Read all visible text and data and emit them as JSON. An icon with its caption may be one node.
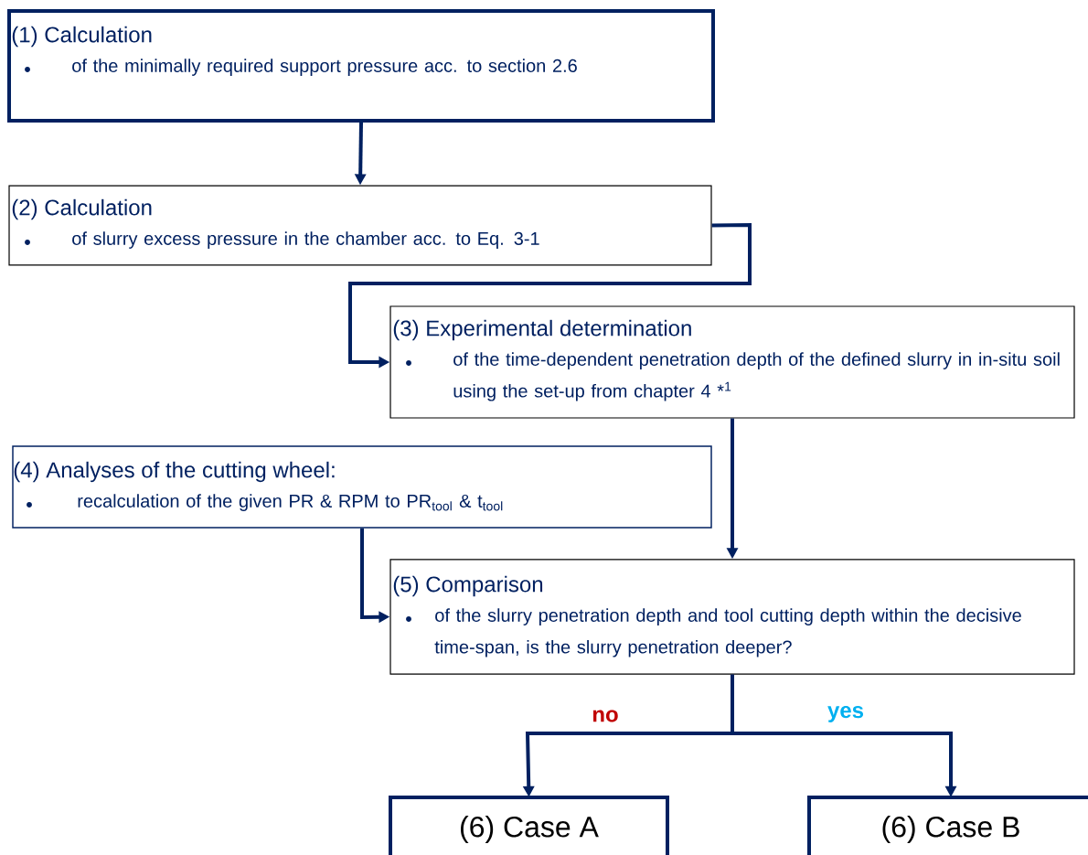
{
  "diagram": {
    "nodes": [
      {
        "text": [
          "(1) Calculation",
          "of the minimally required support pressure acc. to section 2.6"
        ]
      },
      {
        "text": [
          "(2) Calculation",
          "of slurry excess pressure in the chamber acc. to Eq. 3-1"
        ]
      },
      {
        "text": [
          "(3) Experimental determination",
          "of the time-dependent penetration depth of the defined slurry in in-situ soil using the set-up from chapter 4 *$^{1}$"
        ]
      },
      {
        "text": [
          "(4) Analyses of the cutting wheel:",
          "recalculation of the given PR & RPM to PR$_{tool}$ & t$_{tool}$"
        ]
      },
      {
        "text": [
          "(5) Comparison",
          "of the slurry penetration depth and tool cutting depth within the decisive time-span, is the slurry penetration deeper?"
        ]
      },
      {
        "text": [
          "(6) Case A"
        ]
      },
      {
        "text": [
          "(6) Case B"
        ]
      }
    ],
    "edges": [
      {
        "from": 0,
        "to": 1,
        "arrow": "to"
      },
      {
        "from": 1,
        "to": 2,
        "arrow": "to"
      },
      {
        "from": 2,
        "to": 4,
        "arrow": "to"
      },
      {
        "from": 3,
        "to": 4,
        "arrow": "to"
      },
      {
        "from": 4,
        "to": 5,
        "arrow": "to",
        "label": "no"
      },
      {
        "from": 4,
        "to": 6,
        "arrow": "to",
        "label": "yes"
      }
    ]
  }
}
